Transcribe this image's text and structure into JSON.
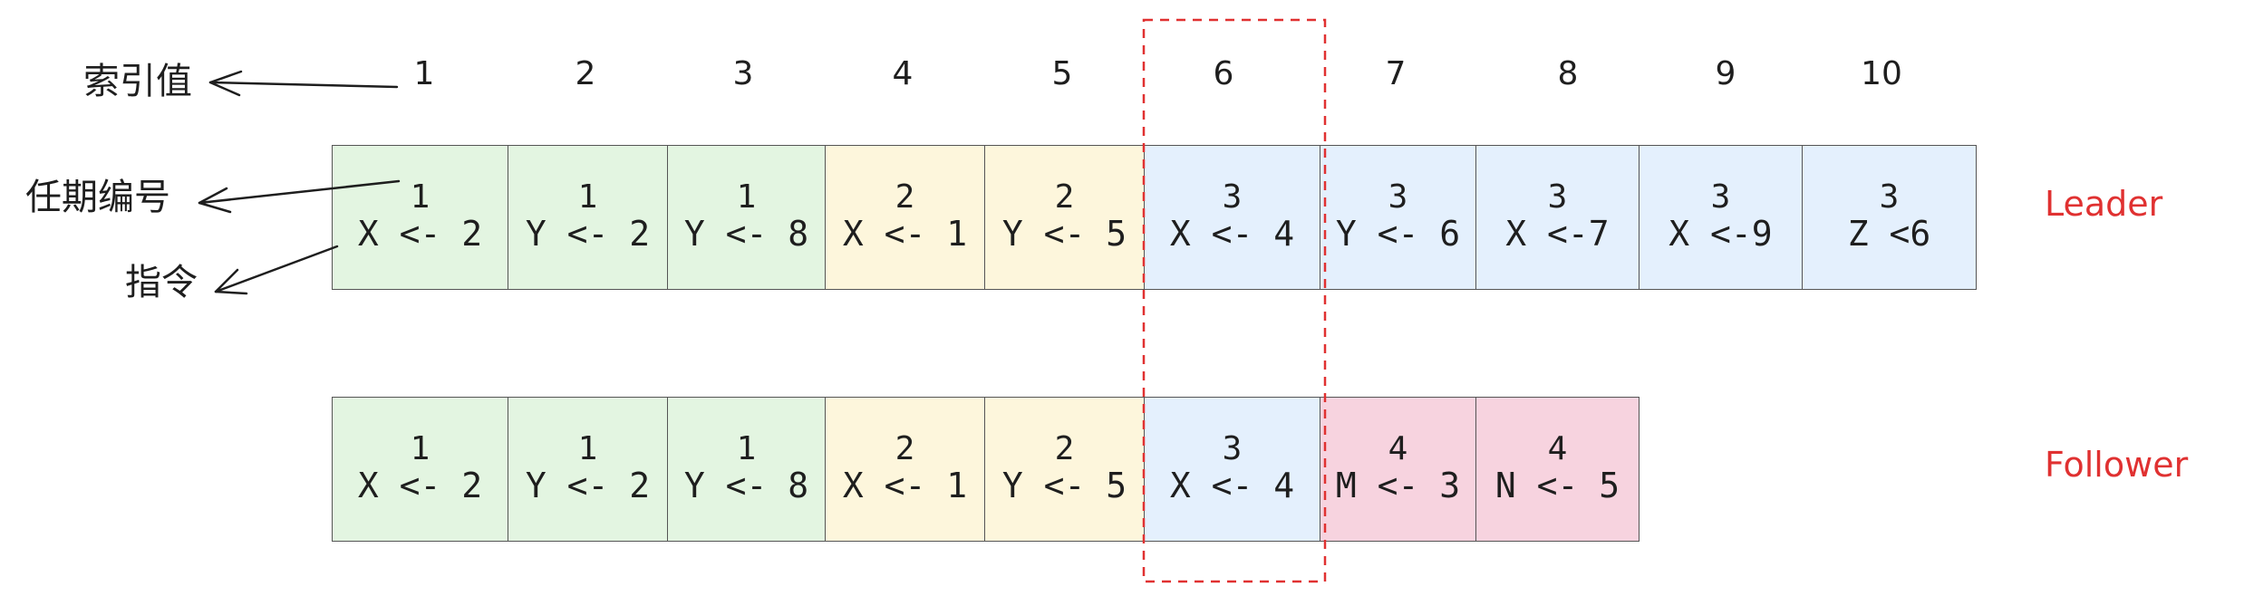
{
  "annotations": {
    "index_label": "索引值",
    "term_label": "任期编号",
    "command_label": "指令"
  },
  "index_values": [
    "1",
    "2",
    "3",
    "4",
    "5",
    "6",
    "7",
    "8",
    "9",
    "10"
  ],
  "term_colors": {
    "1": "#e3f5e1",
    "2": "#fdf6dc",
    "3": "#e4f0fd",
    "4": "#f7d3df"
  },
  "highlight_color": "#e03131",
  "logs": [
    {
      "role": "Leader",
      "entries": [
        {
          "term": "1",
          "command": "X <- 2"
        },
        {
          "term": "1",
          "command": "Y <- 2"
        },
        {
          "term": "1",
          "command": "Y <- 8"
        },
        {
          "term": "2",
          "command": "X <- 1"
        },
        {
          "term": "2",
          "command": "Y <- 5"
        },
        {
          "term": "3",
          "command": "X <- 4"
        },
        {
          "term": "3",
          "command": "Y <- 6"
        },
        {
          "term": "3",
          "command": "X <-7"
        },
        {
          "term": "3",
          "command": "X <-9"
        },
        {
          "term": "3",
          "command": "Z <6"
        }
      ]
    },
    {
      "role": "Follower",
      "entries": [
        {
          "term": "1",
          "command": "X <- 2"
        },
        {
          "term": "1",
          "command": "Y <- 2"
        },
        {
          "term": "1",
          "command": "Y <- 8"
        },
        {
          "term": "2",
          "command": "X <- 1"
        },
        {
          "term": "2",
          "command": "Y <- 5"
        },
        {
          "term": "3",
          "command": "X <- 4"
        },
        {
          "term": "4",
          "command": "M <- 3"
        },
        {
          "term": "4",
          "command": "N <- 5"
        }
      ]
    }
  ]
}
